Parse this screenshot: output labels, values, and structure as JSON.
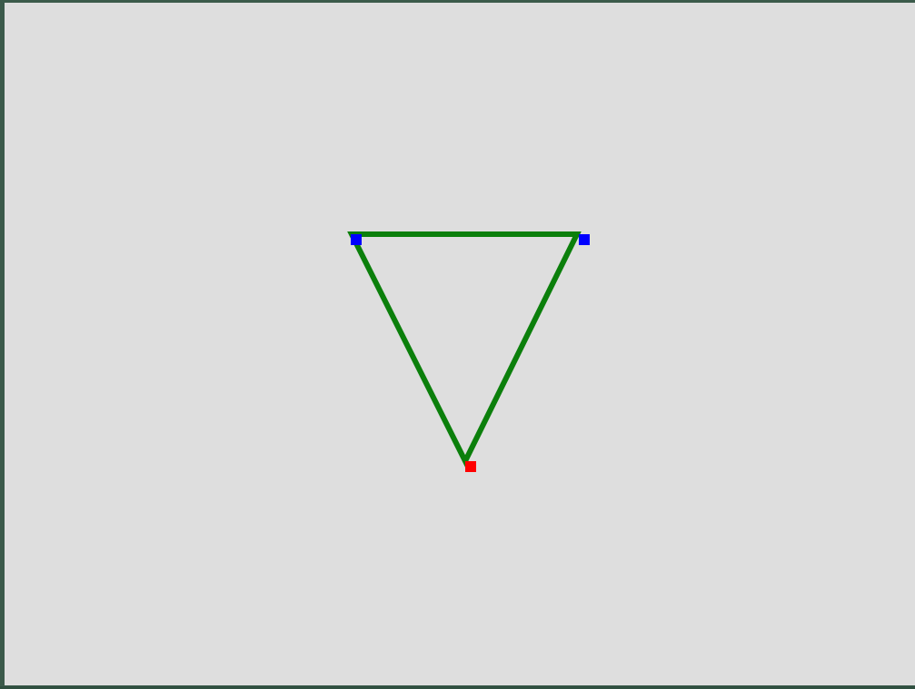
{
  "canvas": {
    "background_color": "#dedede",
    "frame_color": "#3b5a4a"
  },
  "triangle": {
    "stroke_color": "#0b7f0b",
    "shape": "inverted-triangle"
  },
  "markers": [
    {
      "name": "vertex-marker-left",
      "color": "#0000ff"
    },
    {
      "name": "vertex-marker-right",
      "color": "#0000ff"
    },
    {
      "name": "vertex-marker-bottom",
      "color": "#ff0000"
    }
  ]
}
